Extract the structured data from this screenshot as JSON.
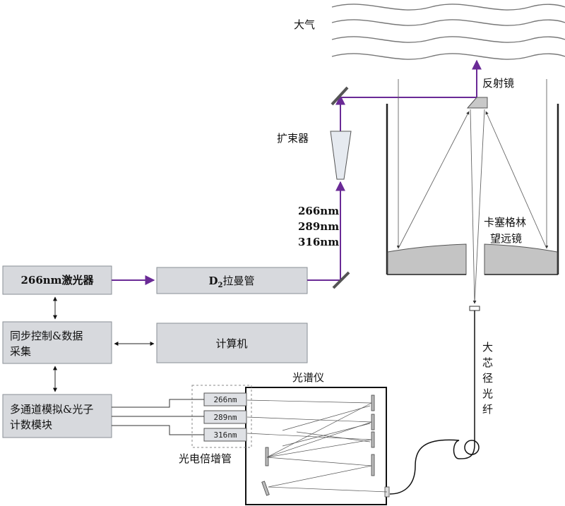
{
  "labels": {
    "atmosphere": "大气",
    "mirror": "反射镜",
    "beam_expander": "扩束器",
    "wavelengths": [
      "266nm",
      "289nm",
      "316nm"
    ],
    "telescope_line1": "卡塞格林",
    "telescope_line2": "望远镜",
    "fiber": [
      "大",
      "芯",
      "径",
      "光",
      "纤"
    ],
    "spectrometer": "光谱仪",
    "pmt": "光电倍增管"
  },
  "boxes": {
    "laser": "266nm激光器",
    "raman_prefix": "D",
    "raman_sub": "2",
    "raman_suffix": "拉曼管",
    "sync_line1": "同步控制&数据",
    "sync_line2": "采集",
    "computer": "计算机",
    "counter_line1": "多通道模拟&光子",
    "counter_line2": "计数模块"
  },
  "pmt_channels": [
    "266nm",
    "289nm",
    "316nm"
  ],
  "colors": {
    "beam": "#6a2a96",
    "box_fill": "#d7d9dd",
    "box_stroke": "#8a8f96",
    "mirror_fill": "#c8c8c8"
  }
}
